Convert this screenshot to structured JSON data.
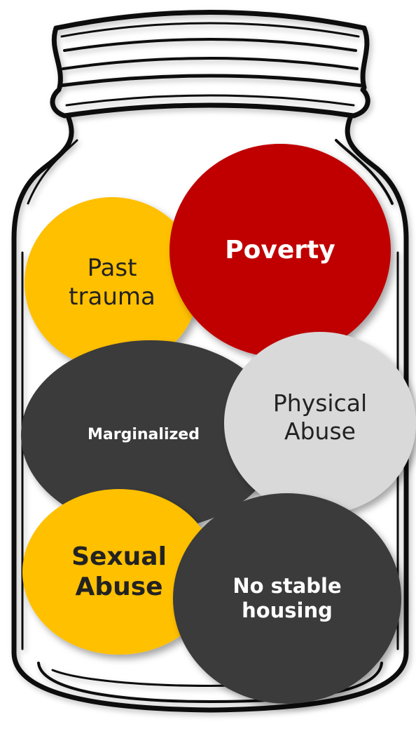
{
  "circles": [
    {
      "id": "past-trauma",
      "label": "Past\ntrauma",
      "fill": "#FFC000",
      "text_color": "#222222",
      "weight": "normal"
    },
    {
      "id": "poverty",
      "label": "Poverty",
      "fill": "#C00000",
      "text_color": "#FFFFFF",
      "weight": "bold"
    },
    {
      "id": "marginalized",
      "label": "Marginalized",
      "fill": "#3A3A3A",
      "text_color": "#FFFFFF",
      "weight": "bold"
    },
    {
      "id": "physical-abuse",
      "label": "Physical\nAbuse",
      "fill": "#D9D9D9",
      "text_color": "#222222",
      "weight": "normal"
    },
    {
      "id": "sexual-abuse",
      "label": "Sexual\nAbuse",
      "fill": "#FFC000",
      "text_color": "#222222",
      "weight": "bold"
    },
    {
      "id": "no-stable-housing",
      "label": "No stable\nhousing",
      "fill": "#3A3A3A",
      "text_color": "#FFFFFF",
      "weight": "bold"
    }
  ]
}
